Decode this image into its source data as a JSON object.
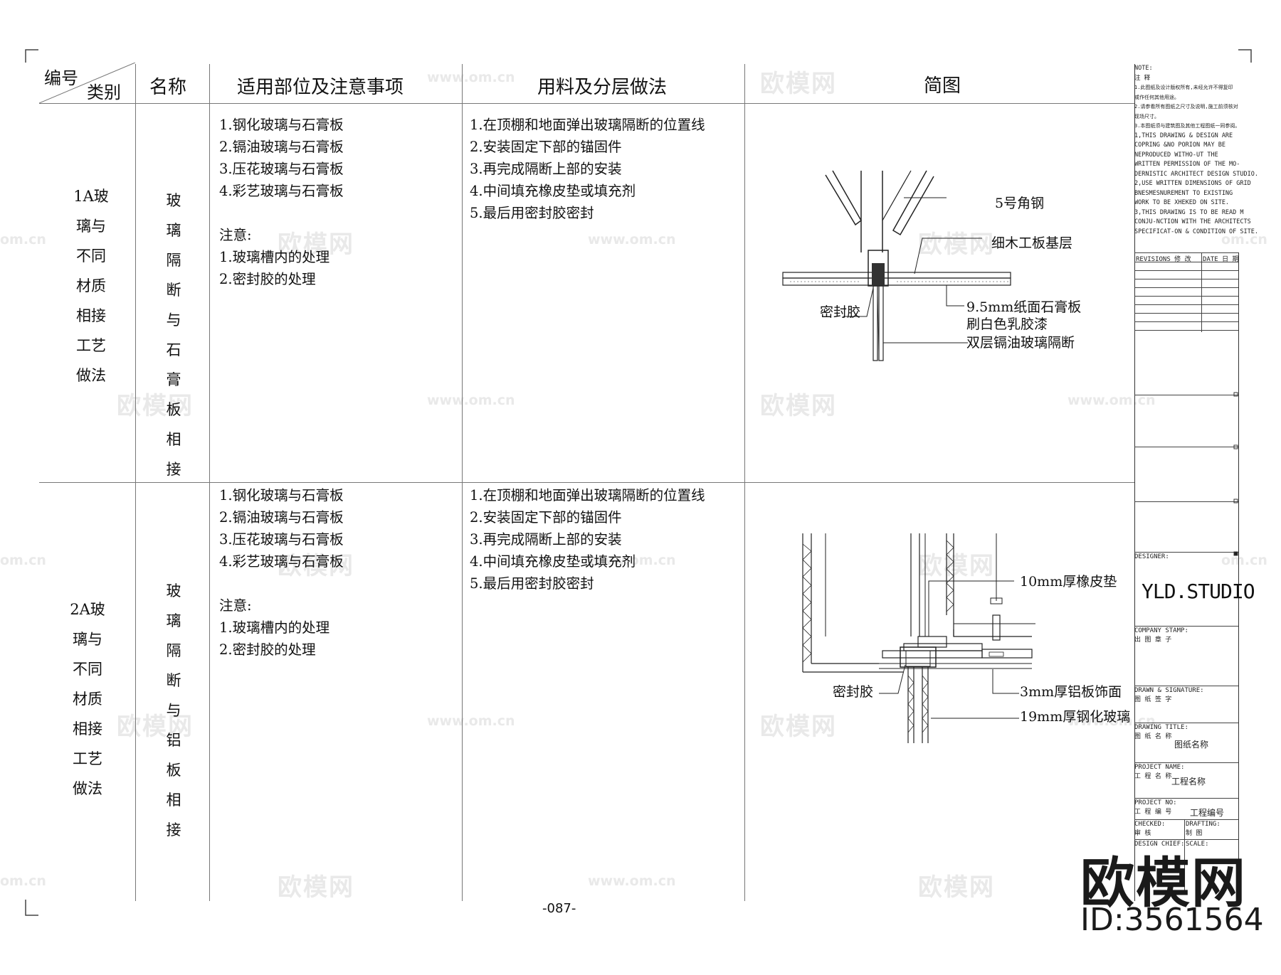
{
  "headers": {
    "number": "编号",
    "category": "类别",
    "name": "名称",
    "scope": "适用部位及注意事项",
    "materials": "用料及分层做法",
    "sketch": "简图"
  },
  "rows": [
    {
      "category_chars": [
        "1A玻",
        "璃与",
        "不同",
        "材质",
        "相接",
        "工艺",
        "做法"
      ],
      "name_chars": [
        "玻",
        "璃",
        "隔",
        "断",
        "与",
        "石",
        "膏",
        "板",
        "相",
        "接"
      ],
      "scope_items": [
        "1.钢化玻璃与石膏板",
        "2.镉油玻璃与石膏板",
        "3.压花玻璃与石膏板",
        "4.彩艺玻璃与石膏板"
      ],
      "note_title": "注意:",
      "note_items": [
        "1.玻璃槽内的处理",
        "2.密封胶的处理"
      ],
      "steps": [
        "1.在顶棚和地面弹出玻璃隔断的位置线",
        "2.安装固定下部的锚固件",
        "3.再完成隔断上部的安装",
        "4.中间填充橡皮垫或填充剂",
        "5.最后用密封胶密封"
      ],
      "callouts": {
        "angle_steel": "5号角钢",
        "wood_board": "细木工板基层",
        "sealant": "密封胶",
        "gypsum_1": "9.5mm纸面石膏板",
        "gypsum_2": "刷白色乳胶漆",
        "glass": "双层镉油玻璃隔断"
      }
    },
    {
      "category_chars": [
        "2A玻",
        "璃与",
        "不同",
        "材质",
        "相接",
        "工艺",
        "做法"
      ],
      "name_chars": [
        "玻",
        "璃",
        "隔",
        "断",
        "与",
        "铝",
        "板",
        "相",
        "接"
      ],
      "scope_items": [
        "1.钢化玻璃与石膏板",
        "2.镉油玻璃与石膏板",
        "3.压花玻璃与石膏板",
        "4.彩艺玻璃与石膏板"
      ],
      "note_title": "注意:",
      "note_items": [
        "1.玻璃槽内的处理",
        "2.密封胶的处理"
      ],
      "steps": [
        "1.在顶棚和地面弹出玻璃隔断的位置线",
        "2.安装固定下部的锚固件",
        "3.再完成隔断上部的安装",
        "4.中间填充橡皮垫或填充剂",
        "5.最后用密封胶密封"
      ],
      "callouts": {
        "rubber": "10mm厚橡皮垫",
        "sealant": "密封胶",
        "aluminum": "3mm厚铝板饰面",
        "glass": "19mm厚钢化玻璃"
      }
    }
  ],
  "page_number": "-087-",
  "title_block": {
    "note_title": "NOTE:",
    "note_cn_title": "注 释",
    "notes_cn": [
      "1.此图纸及设计版权所有,未经允许不得复印",
      "或作任何其他用途。",
      "2.请参看所有图纸之尺寸及说明,施工前须核对",
      "现场尺寸。",
      "3.本图纸须与建筑图及其他工程图纸一同参阅。"
    ],
    "notes_en": [
      "1,THIS DRAWING & DESIGN ARE",
      "  COPRING &NO PORION MAY BE",
      "  NEPRODUCED WITHO-UT THE",
      "  WRITTEN PERMISSION OF THE MO-",
      "  DERNISTIC ARCHITECT DESIGN STUDIO.",
      "2,USE WRITTEN DIMENSIONS OF GRID",
      "  BNESMESNUREMENT TO EXISTING",
      "  WORK TO BE XHEKED ON SITE.",
      "3,THIS DRAWING IS TO BE READ M",
      "  CONJU-NCTION WITH THE ARCHITECTS",
      "  SPECIFICAT-ON & CONDITION OF SITE."
    ],
    "revisions_label": "REVISIONS 修 改",
    "date_label": "DATE 日 期",
    "designer_label": "DESIGNER:",
    "studio": "YLD.STUDIO",
    "company_stamp_label": "COMPANY STAMP:",
    "company_stamp_cn": "出 图 章 子",
    "drawn_label": "DRAWN & SIGNATURE:",
    "drawn_cn": "图 纸 签 字",
    "drawing_title_label": "DRAWING TITLE:",
    "drawing_title_cn": "图 纸 名 称",
    "drawing_title_value": "图纸名称",
    "project_name_label": "PROJECT NAME:",
    "project_name_cn": "工 程 名 称",
    "project_name_value": "工程名称",
    "project_no_label": "PROJECT NO:",
    "project_no_cn": "工 程 编 号",
    "project_no_value": "工程编号",
    "checked_label": "CHECKED:",
    "checked_cn": "审 核",
    "drafting_label": "DRAFTING:",
    "drafting_cn": "制 图",
    "design_chief_label": "DESIGN CHIEF:",
    "scale_label": "SCALE:"
  },
  "watermark": {
    "cn": "欧模网",
    "url": "www.om.cn",
    "url_short": "om.cn",
    "id_text": "ID:3561564"
  }
}
